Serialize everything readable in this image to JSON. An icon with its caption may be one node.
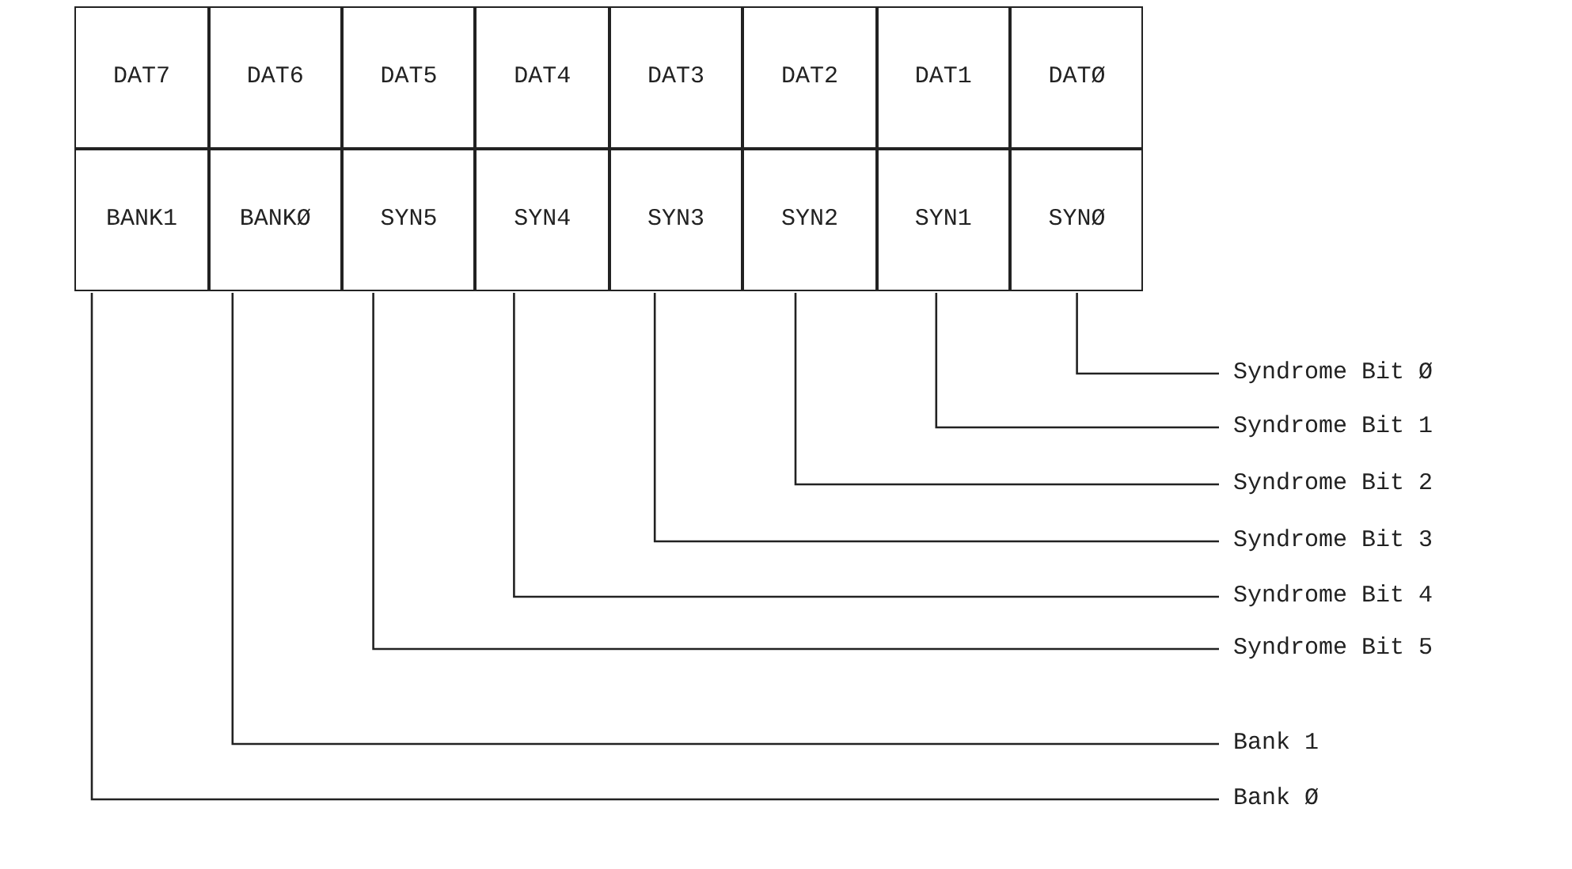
{
  "diagram": {
    "nodes": [
      {
        "text": [
          "DAT7"
        ]
      },
      {
        "text": [
          "DAT6"
        ]
      },
      {
        "text": [
          "DAT5"
        ]
      },
      {
        "text": [
          "DAT4"
        ]
      },
      {
        "text": [
          "DAT3"
        ]
      },
      {
        "text": [
          "DAT2"
        ]
      },
      {
        "text": [
          "DAT1"
        ]
      },
      {
        "text": [
          "DATØ"
        ]
      },
      {
        "text": [
          "BANK1"
        ]
      },
      {
        "text": [
          "BANKØ"
        ]
      },
      {
        "text": [
          "SYN5"
        ]
      },
      {
        "text": [
          "SYN4"
        ]
      },
      {
        "text": [
          "SYN3"
        ]
      },
      {
        "text": [
          "SYN2"
        ]
      },
      {
        "text": [
          "SYN1"
        ]
      },
      {
        "text": [
          "SYNØ"
        ]
      },
      {
        "text": [
          "Syndrome Bit Ø"
        ]
      },
      {
        "text": [
          "Syndrome Bit 1"
        ]
      },
      {
        "text": [
          "Syndrome Bit 2"
        ]
      },
      {
        "text": [
          "Syndrome Bit 3"
        ]
      },
      {
        "text": [
          "Syndrome Bit 4"
        ]
      },
      {
        "text": [
          "Syndrome Bit 5"
        ]
      },
      {
        "text": [
          "Bank 1"
        ]
      },
      {
        "text": [
          "Bank Ø"
        ]
      }
    ],
    "edges": [
      {
        "from": 15,
        "to": 16,
        "arrow": "none"
      },
      {
        "from": 14,
        "to": 17,
        "arrow": "none"
      },
      {
        "from": 13,
        "to": 18,
        "arrow": "none"
      },
      {
        "from": 12,
        "to": 19,
        "arrow": "none"
      },
      {
        "from": 11,
        "to": 20,
        "arrow": "none"
      },
      {
        "from": 10,
        "to": 21,
        "arrow": "none"
      },
      {
        "from": 9,
        "to": 22,
        "arrow": "none"
      },
      {
        "from": 8,
        "to": 23,
        "arrow": "none"
      }
    ]
  }
}
